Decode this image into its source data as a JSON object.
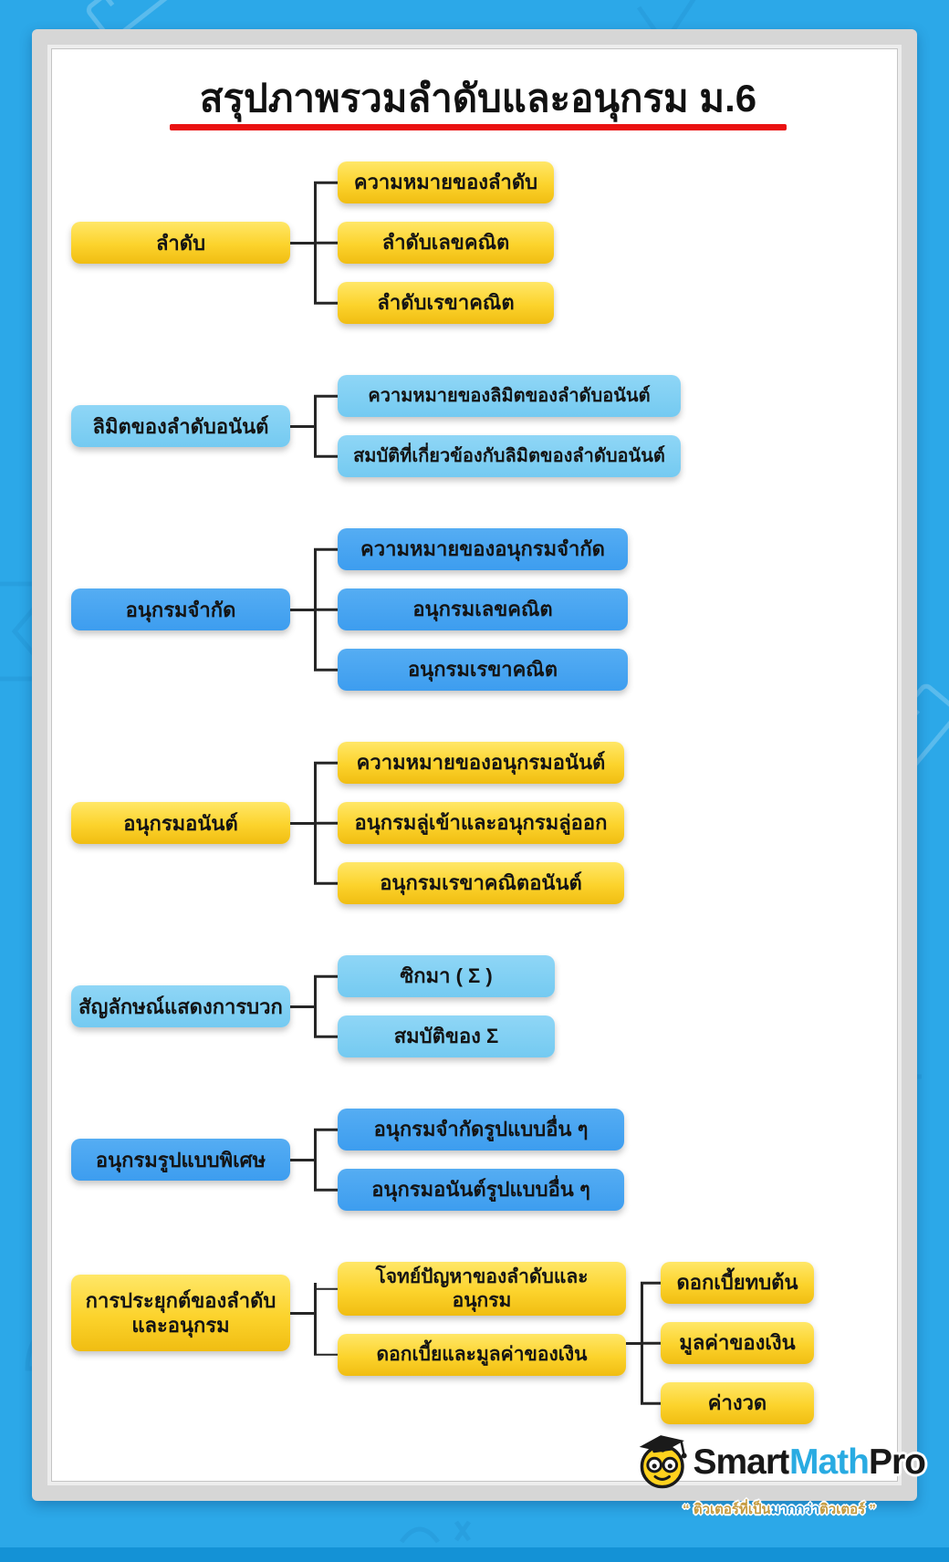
{
  "page": {
    "title": "สรุปภาพรวมลำดับและอนุกรม ม.6",
    "background_color": "#2CA8E8",
    "underline_color": "#EA1111",
    "board_color": "#FFFFFF",
    "frame_color": "#D6D6D6"
  },
  "colors": {
    "yellow_top": "#FFE768",
    "yellow_bottom": "#F0BD12",
    "light_blue": "#7FCEF3",
    "blue": "#49A6F1",
    "connector": "#262626"
  },
  "groups": [
    {
      "id": "sequences",
      "color": "yellow",
      "parent": "ลำดับ",
      "children": [
        "ความหมายของลำดับ",
        "ลำดับเลขคณิต",
        "ลำดับเรขาคณิต"
      ]
    },
    {
      "id": "limit-of-infinite-sequence",
      "color": "lblue",
      "parent": "ลิมิตของลำดับอนันต์",
      "children": [
        "ความหมายของลิมิตของลำดับอนันต์",
        "สมบัติที่เกี่ยวข้องกับลิมิตของลำดับอนันต์"
      ]
    },
    {
      "id": "finite-series",
      "color": "blue",
      "parent": "อนุกรมจำกัด",
      "children": [
        "ความหมายของอนุกรมจำกัด",
        "อนุกรมเลขคณิต",
        "อนุกรมเรขาคณิต"
      ]
    },
    {
      "id": "infinite-series",
      "color": "yellow",
      "parent": "อนุกรมอนันต์",
      "children": [
        "ความหมายของอนุกรมอนันต์",
        "อนุกรมลู่เข้าและอนุกรมลู่ออก",
        "อนุกรมเรขาคณิตอนันต์"
      ]
    },
    {
      "id": "summation-symbol",
      "color": "lblue",
      "parent": "สัญลักษณ์แสดงการบวก",
      "children": [
        "ซิกมา ( Σ )",
        "สมบัติของ Σ"
      ]
    },
    {
      "id": "special-series",
      "color": "blue",
      "parent": "อนุกรมรูปแบบพิเศษ",
      "children": [
        "อนุกรมจำกัดรูปแบบอื่น ๆ",
        "อนุกรมอนันต์รูปแบบอื่น ๆ"
      ]
    },
    {
      "id": "applications",
      "color": "yellow",
      "parent": "การประยุกต์ของลำดับและอนุกรม",
      "children": [
        "โจทย์ปัญหาของลำดับและอนุกรม",
        "ดอกเบี้ยและมูลค่าของเงิน"
      ],
      "subchildren": [
        "ดอกเบี้ยทบต้น",
        "มูลค่าของเงิน",
        "ค่างวด"
      ]
    }
  ],
  "logo": {
    "brand_smart": "Smart",
    "brand_math": "Math",
    "brand_pro": "Pro",
    "math_color": "#29ABE2",
    "tagline_pre": "“ ติวเตอร์ที่เป็น",
    "tagline_em": "มากกว่า",
    "tagline_post": "ติวเตอร์ ”"
  }
}
